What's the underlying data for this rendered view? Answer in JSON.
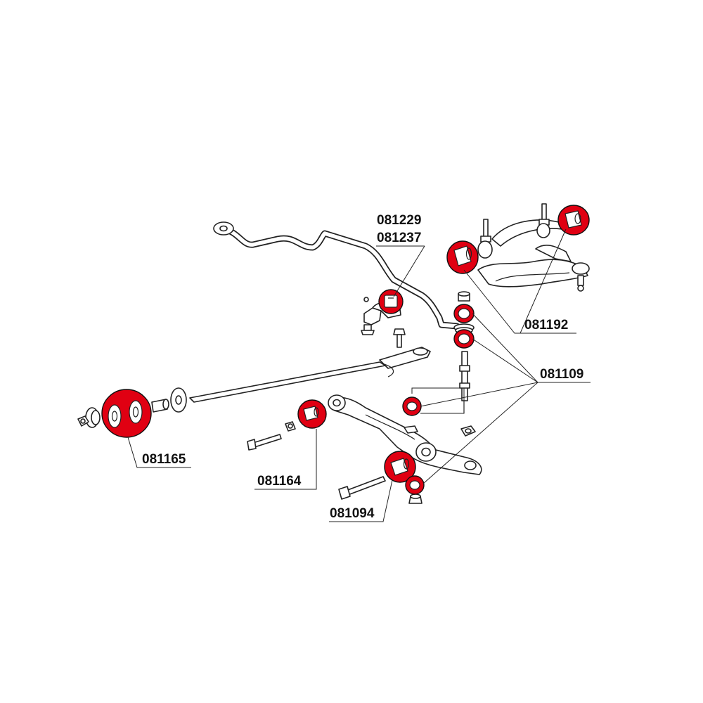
{
  "labels": {
    "l081229": "081229",
    "l081237": "081237",
    "l081192": "081192",
    "l081109": "081109",
    "l081165": "081165",
    "l081164": "081164",
    "l081094": "081094"
  },
  "colors": {
    "bushing": "#e00012",
    "line": "#222222",
    "background": "#ffffff"
  }
}
